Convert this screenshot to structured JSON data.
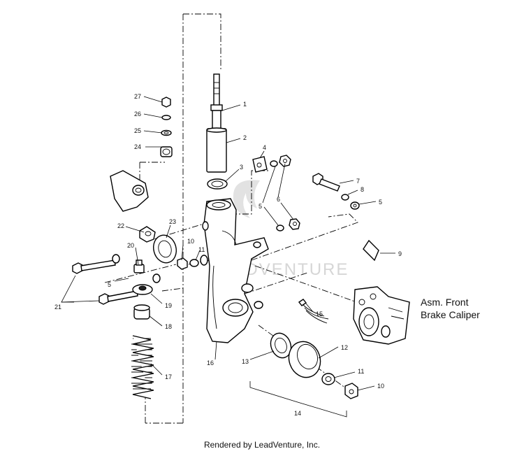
{
  "callouts": {
    "c1": "1",
    "c2": "2",
    "c3": "3",
    "c4": "4",
    "c5a": "5",
    "c5b": "5",
    "c5c": "5",
    "c6": "6",
    "c7": "7",
    "c8": "8",
    "c9": "9",
    "c10a": "10",
    "c10b": "10",
    "c11a": "11",
    "c11b": "11",
    "c12": "12",
    "c13": "13",
    "c14": "14",
    "c15": "15",
    "c16": "16",
    "c17": "17",
    "c18": "18",
    "c19": "19",
    "c20": "20",
    "c21": "21",
    "c22": "22",
    "c23": "23",
    "c24": "24",
    "c25": "25",
    "c26": "26",
    "c27": "27"
  },
  "assembly_label": {
    "line1": "Asm. Front",
    "line2": "Brake Caliper"
  },
  "watermark": "LEADVENTURE",
  "footer": "Rendered by LeadVenture, Inc."
}
